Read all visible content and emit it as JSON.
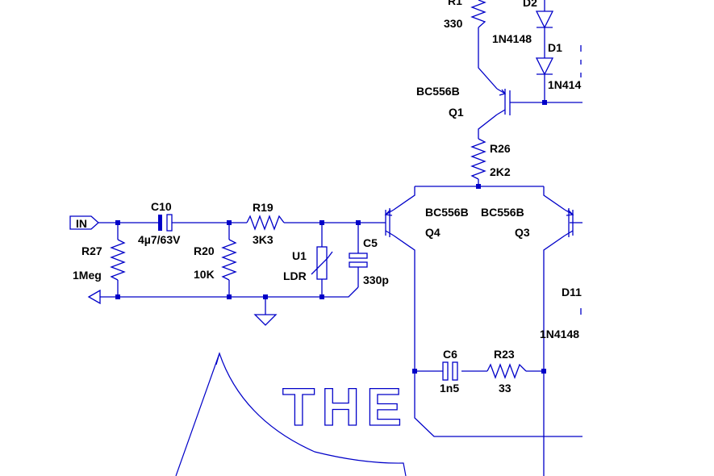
{
  "colors": {
    "wire": "#0000c8",
    "text": "#000000",
    "background": "#ffffff"
  },
  "input_port": {
    "label": "IN"
  },
  "components": {
    "R1": {
      "ref": "R1",
      "value": "330"
    },
    "D2": {
      "ref": "D2",
      "value": "1N4148"
    },
    "D1": {
      "ref": "D1",
      "value": "1N414"
    },
    "Q1": {
      "ref": "Q1",
      "model": "BC556B"
    },
    "R26": {
      "ref": "R26",
      "value": "2K2"
    },
    "C10": {
      "ref": "C10",
      "value": "4µ7/63V"
    },
    "R19": {
      "ref": "R19",
      "value": "3K3"
    },
    "R27": {
      "ref": "R27",
      "value": "1Meg"
    },
    "R20": {
      "ref": "R20",
      "value": "10K"
    },
    "U1": {
      "ref": "U1",
      "value": "LDR"
    },
    "C5": {
      "ref": "C5",
      "value": "330p"
    },
    "Q4": {
      "ref": "Q4",
      "model": "BC556B"
    },
    "Q3": {
      "ref": "Q3",
      "model": "BC556B"
    },
    "D11": {
      "ref": "D11",
      "value": "1N4148"
    },
    "C6": {
      "ref": "C6",
      "value": "1n5"
    },
    "R23": {
      "ref": "R23",
      "value": "33"
    }
  },
  "logo": {
    "text": "THE"
  }
}
